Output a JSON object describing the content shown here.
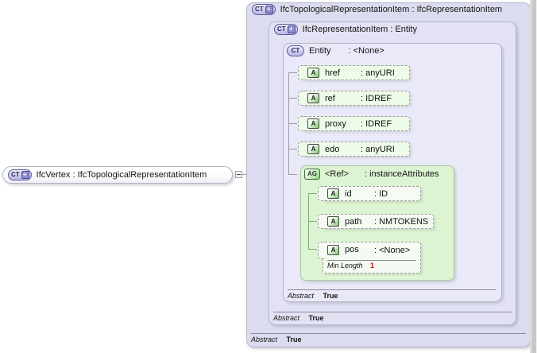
{
  "diagram": {
    "type": "xsd-schema-diagram",
    "colors": {
      "complex_type_fill": "#dcdcf0",
      "attribute_fill": "#eefbe9",
      "attribute_group_fill": "#dcf4d2",
      "facet_value": "#cc0000",
      "border": "#b9b9c8"
    }
  },
  "root_node": {
    "badge": "CT",
    "badge_icon": "plus-icon",
    "label": "IfcVertex : IfcTopologicalRepresentationItem",
    "expander": "collapse-icon"
  },
  "outer_type": {
    "badge": "CT",
    "badge_icon": "plus-icon",
    "label": "IfcTopologicalRepresentationItem : IfcRepresentationItem",
    "abstract_name": "Abstract",
    "abstract_value": "True"
  },
  "middle_type": {
    "badge": "CT",
    "badge_icon": "plus-icon",
    "label": "IfcRepresentationItem : Entity",
    "abstract_name": "Abstract",
    "abstract_value": "True"
  },
  "entity_type": {
    "badge": "CT",
    "label": "Entity",
    "type": ": <None>",
    "abstract_name": "Abstract",
    "abstract_value": "True"
  },
  "attributes": [
    {
      "badge": "A",
      "name": "href",
      "type": ": anyURI"
    },
    {
      "badge": "A",
      "name": "ref",
      "type": ": IDREF"
    },
    {
      "badge": "A",
      "name": "proxy",
      "type": ": IDREF"
    },
    {
      "badge": "A",
      "name": "edo",
      "type": ": anyURI"
    }
  ],
  "attribute_group": {
    "badge": "AG",
    "name": "<Ref>",
    "type": ": instanceAttributes",
    "attributes": [
      {
        "badge": "A",
        "name": "id",
        "type": ": ID"
      },
      {
        "badge": "A",
        "name": "path",
        "type": ": NMTOKENS"
      },
      {
        "badge": "A",
        "name": "pos",
        "type": ": <None>",
        "facet_name": "Min Length",
        "facet_value": "1"
      }
    ]
  }
}
